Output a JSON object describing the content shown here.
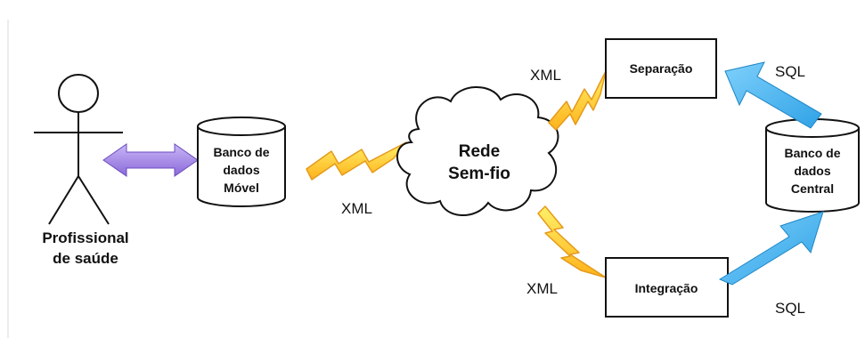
{
  "actor": {
    "label_line1": "Profissional",
    "label_line2": "de saúde"
  },
  "mobile_db": {
    "line1": "Banco de",
    "line2": "dados",
    "line3": "Móvel"
  },
  "central_db": {
    "line1": "Banco de",
    "line2": "dados",
    "line3": "Central"
  },
  "cloud": {
    "line1": "Rede",
    "line2": "Sem-fio"
  },
  "separacao": {
    "label": "Separação"
  },
  "integracao": {
    "label": "Integração"
  },
  "links": {
    "xml_mobile": "XML",
    "xml_separacao": "XML",
    "xml_integracao": "XML",
    "sql_separacao": "SQL",
    "sql_integracao": "SQL"
  },
  "colors": {
    "lightning_fill": "#ffd21a",
    "lightning_stroke": "#e59a1a",
    "sync_arrow": "#9b7be0",
    "sql_arrow": "#49b4ee",
    "line": "#111111"
  }
}
